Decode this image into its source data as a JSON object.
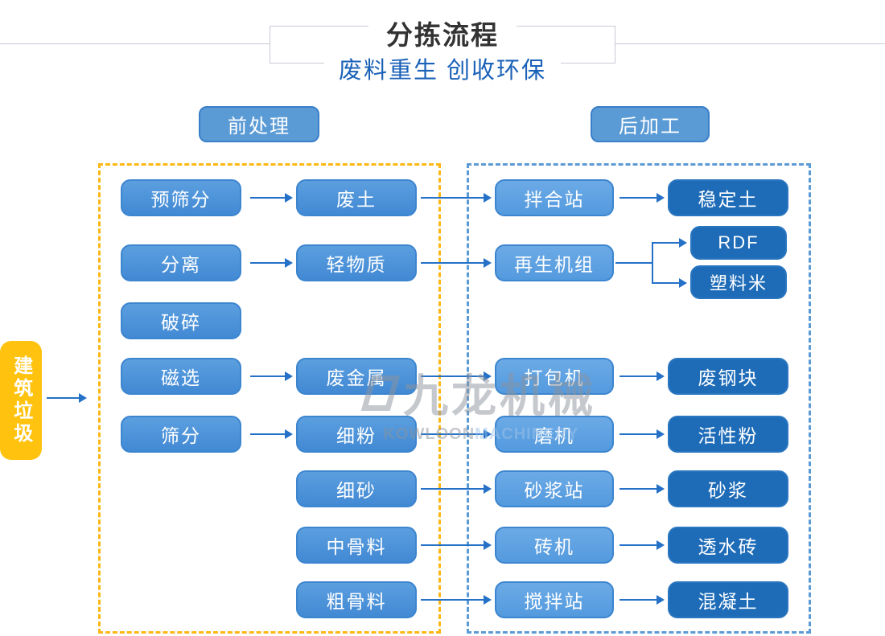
{
  "header": {
    "title": "分拣流程",
    "subtitle": "废料重生 创收环保"
  },
  "sections": {
    "pre_label": "前处理",
    "post_label": "后加工"
  },
  "source": {
    "label": "建筑垃圾"
  },
  "watermark": {
    "brand": "九龙机械",
    "latin_gray": "KOWLOON",
    "latin_blue": "MACHINERY"
  },
  "nodes": {
    "machines": [
      "预筛分",
      "分离",
      "破碎",
      "磁选",
      "筛分"
    ],
    "materials": [
      "废土",
      "轻物质",
      "废金属",
      "细粉",
      "细砂",
      "中骨料",
      "粗骨料"
    ],
    "stations": [
      "拌合站",
      "再生机组",
      "打包机",
      "磨机",
      "砂浆站",
      "砖机",
      "搅拌站"
    ],
    "products": [
      "稳定土",
      "RDF",
      "塑料米",
      "废钢块",
      "活性粉",
      "砂浆",
      "透水砖",
      "混凝土"
    ]
  },
  "edges": [
    {
      "from": "建筑垃圾",
      "to": "前处理"
    },
    {
      "from": "预筛分",
      "to": "废土"
    },
    {
      "from": "分离",
      "to": "轻物质"
    },
    {
      "from": "磁选",
      "to": "废金属"
    },
    {
      "from": "筛分",
      "to": "细粉"
    },
    {
      "from": "废土",
      "to": "拌合站"
    },
    {
      "from": "轻物质",
      "to": "再生机组"
    },
    {
      "from": "废金属",
      "to": "打包机"
    },
    {
      "from": "细粉",
      "to": "磨机"
    },
    {
      "from": "细砂",
      "to": "砂浆站"
    },
    {
      "from": "中骨料",
      "to": "砖机"
    },
    {
      "from": "粗骨料",
      "to": "搅拌站"
    },
    {
      "from": "拌合站",
      "to": "稳定土"
    },
    {
      "from": "再生机组",
      "to": "RDF"
    },
    {
      "from": "再生机组",
      "to": "塑料米"
    },
    {
      "from": "打包机",
      "to": "废钢块"
    },
    {
      "from": "磨机",
      "to": "活性粉"
    },
    {
      "from": "砂浆站",
      "to": "砂浆"
    },
    {
      "from": "砖机",
      "to": "透水砖"
    },
    {
      "from": "搅拌站",
      "to": "混凝土"
    }
  ],
  "colors": {
    "node_blue": "#4289d4",
    "station_blue": "#539ade",
    "product_dark_blue": "#1e6cb8",
    "node_border": "#3c85cf",
    "arrow_blue": "#2471c7",
    "region_pre_yellow": "#fdb714",
    "region_post_blue": "#5b9bd5",
    "source_yellow": "#ffc20e",
    "title_dark": "#333333",
    "subtitle_blue": "#1b62b8",
    "rule_gray": "#c9cad6",
    "watermark_gray": "#8d939c",
    "watermark_light_blue": "#9fc3e8"
  }
}
